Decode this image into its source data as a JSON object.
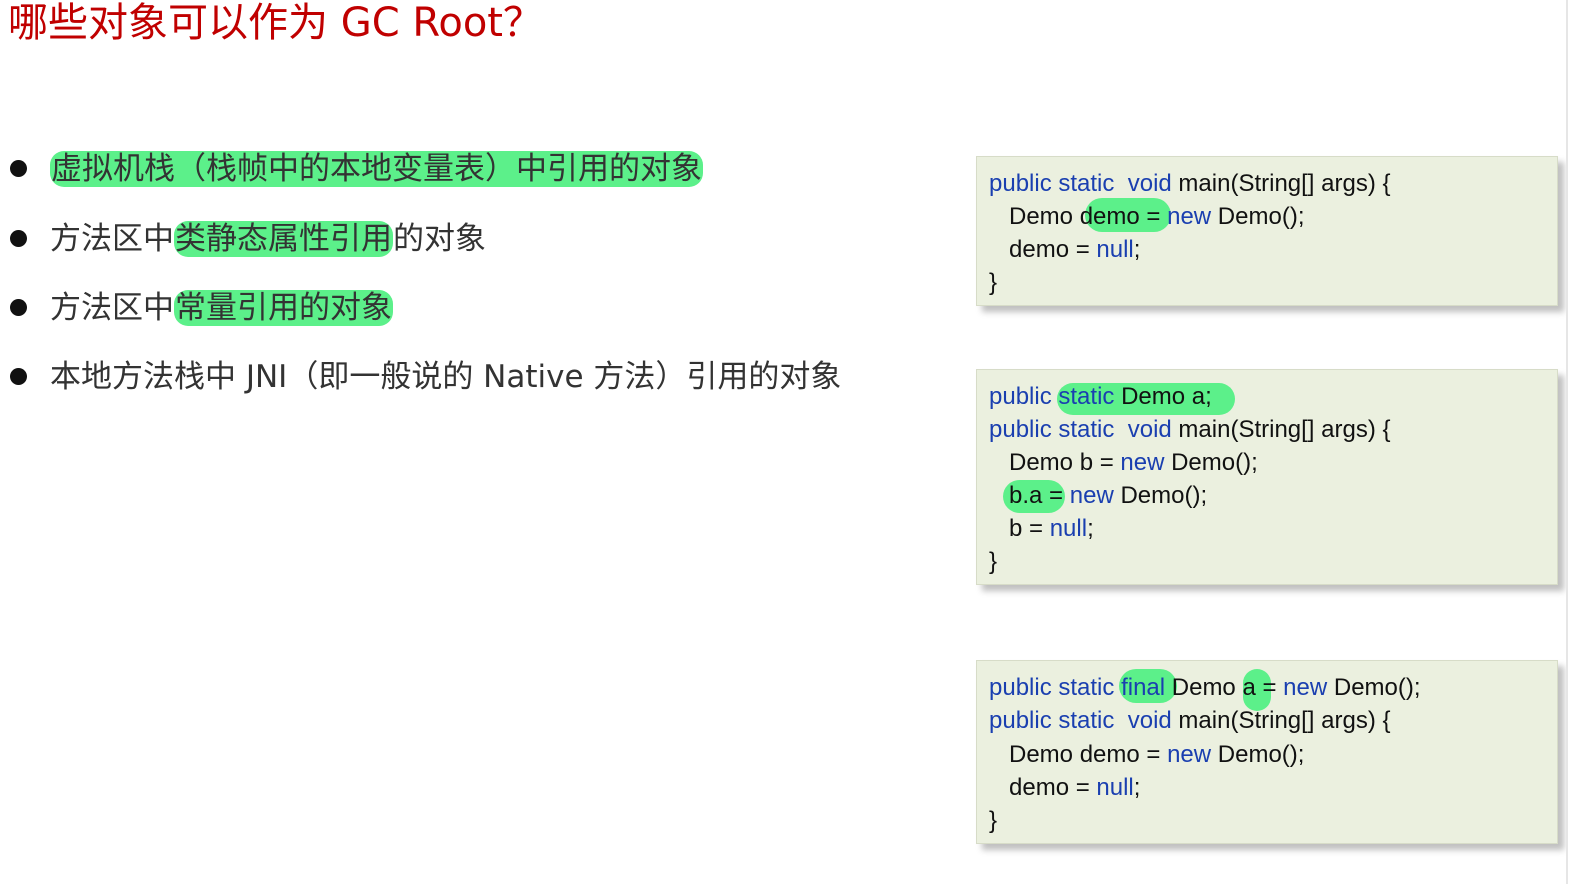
{
  "title": "哪些对象可以作为 GC Root？",
  "bullets": [
    {
      "pre": "",
      "hl": "虚拟机栈（栈帧中的本地变量表）中引用的对象",
      "post": ""
    },
    {
      "pre": "方法区中",
      "hl": "类静态属性引用",
      "post": "的对象"
    },
    {
      "pre": "方法区中",
      "hl": "常量引用的对象",
      "post": ""
    },
    {
      "pre": "本地方法栈中 JNI（即一般说的 Native 方法）引用的对象",
      "hl": "",
      "post": ""
    }
  ],
  "code1": {
    "l1": {
      "kw": "public static  void",
      "rest": " main(String[] args) {"
    },
    "l2": {
      "a": "   Demo ",
      "b": "demo",
      "c": " = ",
      "kw": "new",
      "d": " Demo();"
    },
    "l3": {
      "a": "   demo = ",
      "kw": "null",
      "b": ";"
    },
    "l4": "}"
  },
  "code2": {
    "l1": {
      "kw": "public",
      "sp": " ",
      "hlkw": "static",
      "rest": " Demo a;"
    },
    "l2": {
      "kw": "public static  void",
      "rest": " main(String[] args) {"
    },
    "l3": {
      "a": "   Demo b = ",
      "kw": "new",
      "b": " Demo();"
    },
    "l4": {
      "a": "   ",
      "hl": "b.a",
      "b": " = ",
      "kw": "new",
      "c": " Demo();"
    },
    "l5": {
      "a": "   b = ",
      "kw": "null",
      "b": ";"
    },
    "l6": "}"
  },
  "code3": {
    "l1": {
      "kw": "public static",
      "sp": " ",
      "hlkw": "final",
      "a": " Demo ",
      "hl": "a",
      "b": " = ",
      "kw2": "new",
      "c": " Demo();"
    },
    "l2": {
      "kw": "public static  void",
      "rest": " main(String[] args) {"
    },
    "l3": {
      "a": "   Demo demo = ",
      "kw": "new",
      "b": " Demo();"
    },
    "l4": {
      "a": "   demo = ",
      "kw": "null",
      "b": ";"
    },
    "l5": "}"
  },
  "colors": {
    "title": "#c00000",
    "highlight": "#5cf08a",
    "keyword": "#1a3fb0",
    "code_bg": "#ebf0df"
  }
}
